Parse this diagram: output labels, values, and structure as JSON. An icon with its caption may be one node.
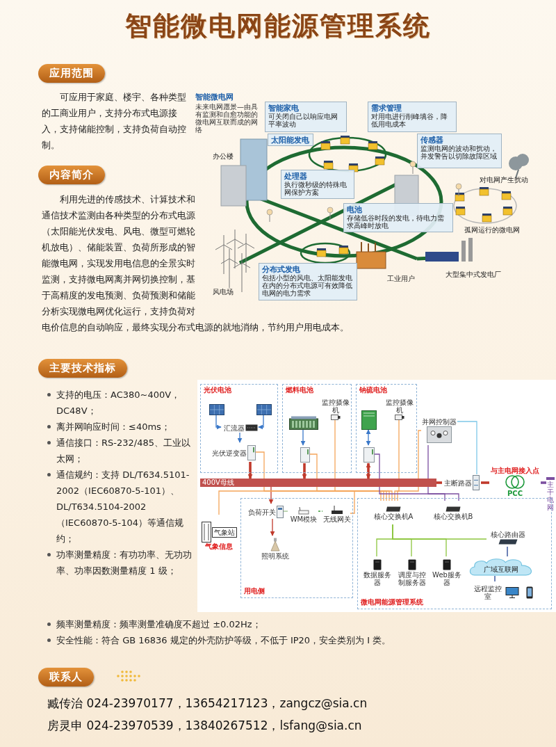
{
  "diagram": {
    "title": "智能微电网能源管理系统",
    "nodes": [
      {
        "text": [
          "智能家电",
          "可关闭自己以响应电网平率波动"
        ]
      },
      {
        "text": [
          "需求管理",
          "对用电进行削峰填谷，降低用电成本"
        ]
      },
      {
        "text": [
          "太阳能发电"
        ]
      },
      {
        "text": [
          "传感器",
          "监测电网的波动和扰动，并发警告以切除故障区域"
        ]
      },
      {
        "text": [
          "处理器",
          "执行微秒级的特殊电网保护方案"
        ]
      },
      {
        "text": [
          "电池",
          "存储低谷时段的发电，待电力需求高峰时放电"
        ]
      },
      {
        "text": [
          "分布式发电",
          "包括小型的风电、太阳能发电在内的分布式电源可有效降低电网的电力需求"
        ]
      },
      {
        "text": [
          "光伏电池"
        ]
      },
      {
        "text": [],
        "shape": "picture",
        "in": 7
      },
      {
        "text": [],
        "shape": "picture",
        "in": 7
      },
      {
        "text": [
          "汇流器"
        ],
        "in": 7
      },
      {
        "text": [
          "光伏逆变器"
        ],
        "in": 7
      },
      {
        "text": [
          "燃料电池"
        ]
      },
      {
        "text": [],
        "shape": "picture",
        "in": 12
      },
      {
        "text": [
          "监控摄像机"
        ],
        "in": 12
      },
      {
        "text": [],
        "shape": "picture",
        "in": 12
      },
      {
        "text": [
          "钠硫电池"
        ]
      },
      {
        "text": [],
        "shape": "picture",
        "in": 16
      },
      {
        "text": [
          "监控摄像机"
        ],
        "in": 16
      },
      {
        "text": [],
        "shape": "picture",
        "in": 16
      },
      {
        "text": [
          "400V母线"
        ]
      },
      {
        "text": [
          "并网控制器"
        ]
      },
      {
        "text": [
          "主断路器"
        ]
      },
      {
        "text": [
          "PCC"
        ],
        "beside": [
          "与主电网接入点"
        ]
      },
      {
        "text": [
          "主干电网"
        ]
      },
      {
        "text": [
          "用电侧"
        ]
      },
      {
        "text": [
          "负荷开关"
        ],
        "in": 25
      },
      {
        "text": [
          "WM模块"
        ],
        "in": 25
      },
      {
        "text": [
          "无线网关"
        ],
        "in": 25
      },
      {
        "text": [
          "照明系统"
        ],
        "in": 25
      },
      {
        "text": [
          "气象站"
        ],
        "beside": [
          "气象信息"
        ]
      },
      {
        "text": [
          "微电网能源管理系统"
        ]
      },
      {
        "text": [
          "核心交换机A"
        ],
        "in": 31
      },
      {
        "text": [
          "核心交换机B"
        ],
        "in": 31
      },
      {
        "text": [
          "核心路由器"
        ],
        "in": 31
      },
      {
        "text": [
          "数据服务器"
        ],
        "in": 31
      },
      {
        "text": [
          "调度与控制服务器"
        ],
        "in": 31
      },
      {
        "text": [
          "Web服务器"
        ],
        "in": 31
      },
      {
        "text": [
          "广域互联网"
        ],
        "in": 31
      },
      {
        "text": [
          "远程监控室"
        ],
        "in": 31
      },
      {
        "text": [],
        "shape": "picture",
        "in": 31
      }
    ],
    "edges": [
      {
        "from": 8,
        "to": 10,
        "arrow": "to",
        "color": "#3a78c9"
      },
      {
        "from": 9,
        "to": 10,
        "arrow": "to",
        "color": "#3a78c9"
      },
      {
        "from": 10,
        "to": 11,
        "arrow": "to",
        "color": "#3a78c9"
      },
      {
        "from": 11,
        "to": 20,
        "arrow": "to",
        "style": "thick",
        "color": "#c0392b"
      },
      {
        "from": 13,
        "to": 15,
        "arrow": "to",
        "color": "#3a78c9"
      },
      {
        "from": 15,
        "to": 20,
        "arrow": "to",
        "style": "thick",
        "color": "#c0392b"
      },
      {
        "from": 17,
        "to": 19,
        "arrow": "both",
        "color": "#3a78c9"
      },
      {
        "from": 19,
        "to": 20,
        "arrow": "both",
        "style": "thick",
        "color": "#c0392b"
      },
      {
        "from": 20,
        "to": 22,
        "arrow": "none",
        "style": "thick",
        "color": "#c0392b"
      },
      {
        "from": 22,
        "to": 23,
        "arrow": "none",
        "style": "thick",
        "color": "#c0392b"
      },
      {
        "from": 23,
        "to": 24,
        "arrow": "none",
        "style": "thick",
        "color": "#7b4fa0"
      },
      {
        "from": 20,
        "to": 26,
        "arrow": "to",
        "color": "#c0392b"
      },
      {
        "from": 26,
        "to": 29,
        "arrow": "to",
        "color": "#c0392b"
      },
      {
        "from": 26,
        "to": 27,
        "arrow": "none",
        "color": "#9bbf8a"
      },
      {
        "from": 27,
        "to": 28,
        "arrow": "none",
        "style": "dashed",
        "color": "#3f9a3a"
      },
      {
        "from": 11,
        "to": 32,
        "arrow": "none",
        "color": "#f5a55a"
      },
      {
        "from": 15,
        "to": 32,
        "arrow": "none",
        "color": "#f5a55a"
      },
      {
        "from": 14,
        "to": 32,
        "arrow": "none",
        "color": "#f5a55a"
      },
      {
        "from": 18,
        "to": 32,
        "arrow": "none",
        "color": "#f5a55a"
      },
      {
        "from": 28,
        "to": 32,
        "arrow": "none",
        "color": "#f5a55a"
      },
      {
        "from": 30,
        "to": 32,
        "arrow": "none",
        "color": "#f5a55a"
      },
      {
        "from": 21,
        "to": 32,
        "arrow": "none",
        "color": "#f5a55a"
      },
      {
        "from": 19,
        "to": 33,
        "arrow": "none",
        "color": "#7b4fa0"
      },
      {
        "from": 21,
        "to": 33,
        "arrow": "none",
        "color": "#7b4fa0"
      },
      {
        "from": 21,
        "to": 22,
        "arrow": "none",
        "color": "#7ec8e8"
      },
      {
        "from": 32,
        "to": 35,
        "arrow": "none",
        "color": "#8dc63f"
      },
      {
        "from": 32,
        "to": 36,
        "arrow": "none",
        "color": "#8dc63f"
      },
      {
        "from": 32,
        "to": 37,
        "arrow": "none",
        "color": "#8dc63f"
      },
      {
        "from": 32,
        "to": 34,
        "arrow": "none",
        "color": "#8dc63f"
      },
      {
        "from": 34,
        "to": 38,
        "arrow": "none",
        "color": "#1f3f8f"
      },
      {
        "from": 38,
        "to": 39,
        "arrow": "none",
        "color": "#1f3f8f"
      }
    ],
    "labels": [
      "应用范围",
      "可应用于家庭、楼宇、各种类型的工商业用户，支持分布式电源接入，支持储能控制，支持负荷自动控制。",
      "内容简介",
      "利用先进的传感技术、计算技术和通信技术监测由各种类型的分布式电源（太阳能光伏发电、风电、微型可燃轮机放电）、储能装置、负荷所形成的智能微电网，实现发用电信息的全景实时监测，支持微电网离并网切换控制，基于高精度的发电预测、负荷预测和储能分析实现微电网优化运行，支持负荷对电价信息的自动响应，最终实现分布式电源的就地消纳，节约用户用电成本。",
      "智能微电网",
      "未来电网愿景—由具有监测和自愈功能的微电网互联而成的网络",
      "办公楼",
      "对电网产生扰动",
      "孤网运行的微电网",
      "风电场",
      "工业用户",
      "大型集中式发电厂",
      "主要技术指标",
      "支持的电压：AC380~400V，DC48V；",
      "离并网响应时间：≤40ms；",
      "通信接口：RS-232/485、工业以太网；",
      "通信规约：支持 DL/T634.5101-2002（IEC60870-5-101）、DL/T634.5104-2002（IEC60870-5-104）等通信规约；",
      "功率测量精度：有功功率、无功功率、功率因数测量精度 1 级；",
      "频率测量精度：频率测量准确度不超过 ±0.02Hz；",
      "安全性能：符合 GB 16836 规定的外壳防护等级，不低于 IP20，安全类别为 I 类。",
      "联系人",
      "臧传治 024-23970177，13654217123，zangcz@sia.cn",
      "房灵申 024-23970539，13840267512，lsfang@sia.cn"
    ]
  }
}
